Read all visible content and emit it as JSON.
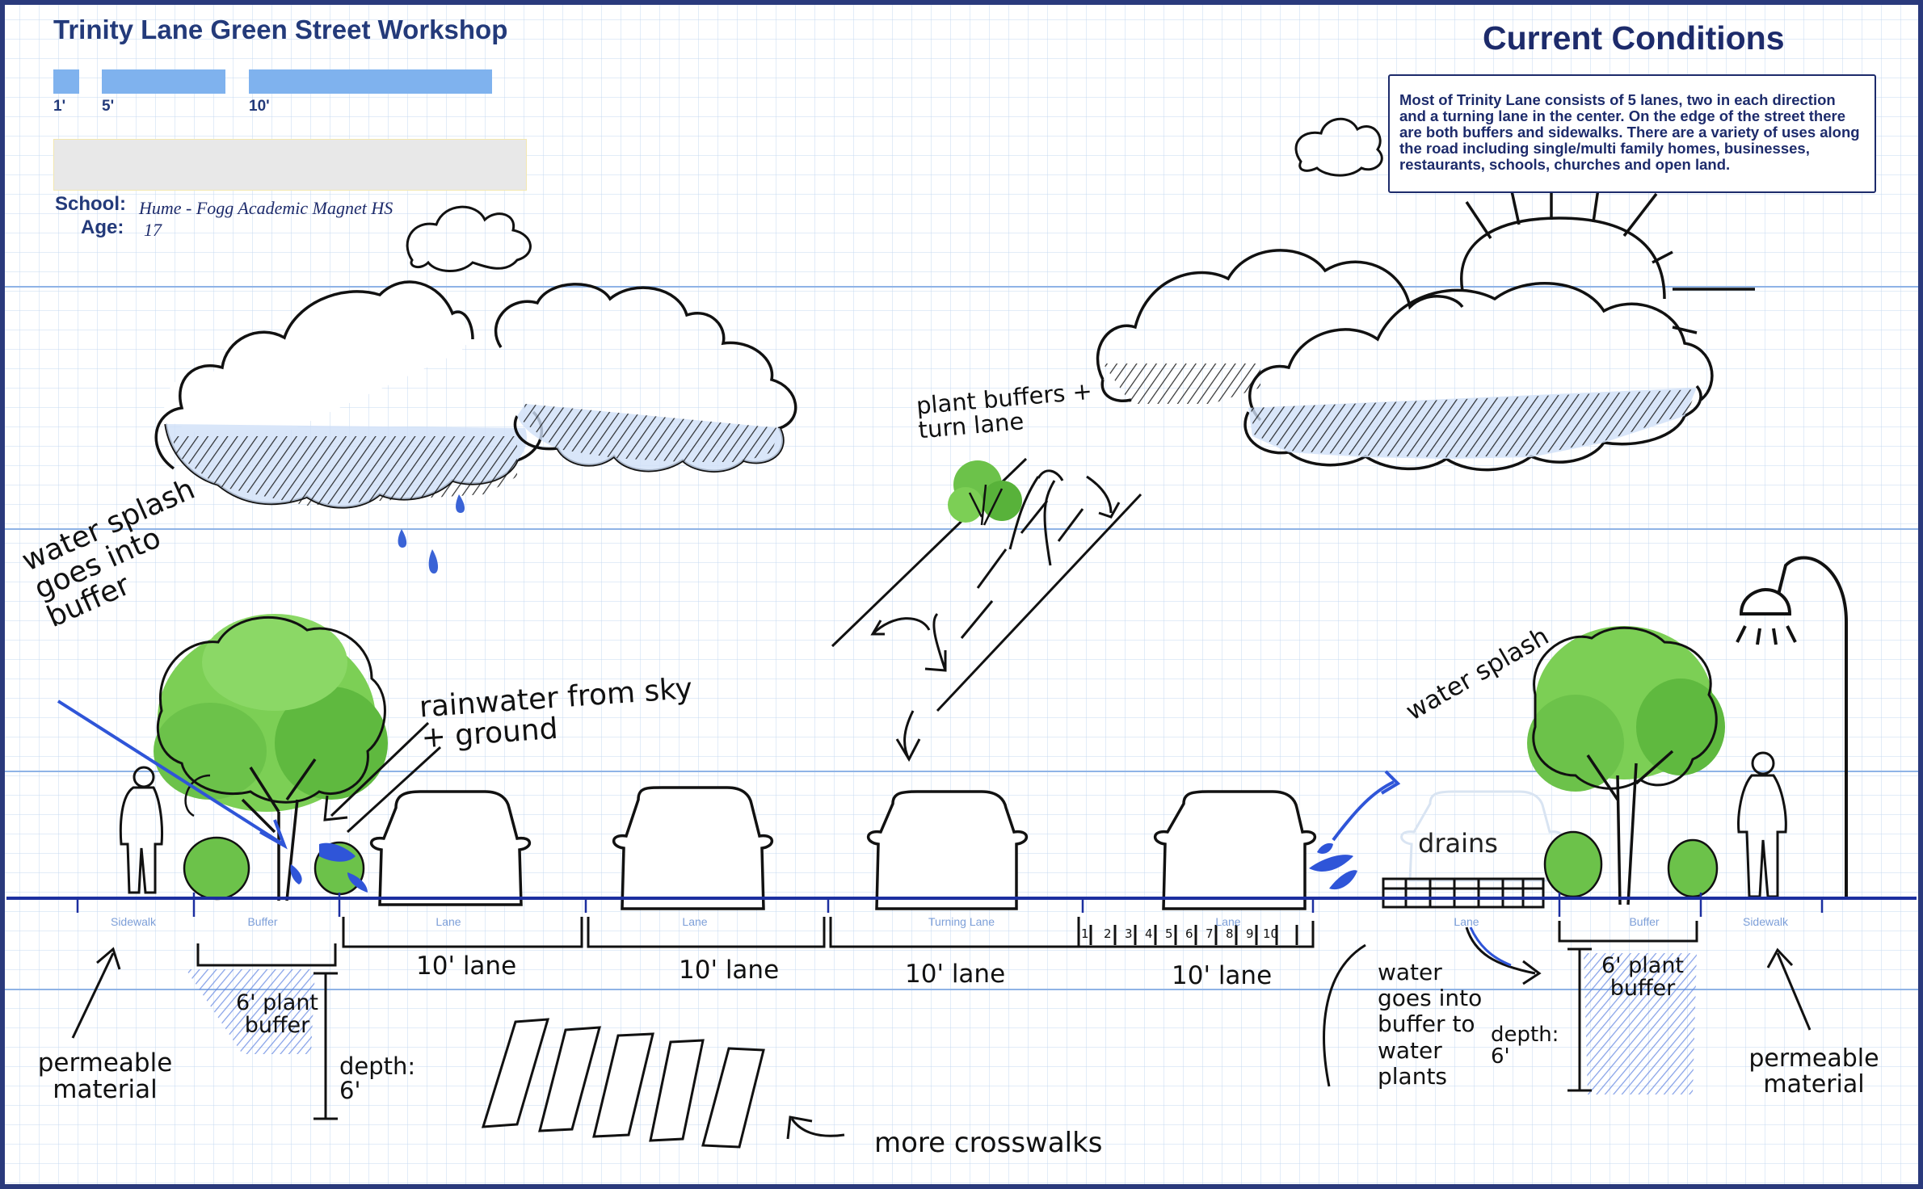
{
  "header": {
    "title": "Trinity Lane Green Street Workshop",
    "scale_labels": [
      "1'",
      "5'",
      "10'"
    ]
  },
  "form": {
    "school_label": "School:",
    "school_value": "Hume - Fogg Academic Magnet HS",
    "age_label": "Age:",
    "age_value": "17"
  },
  "conditions": {
    "title": "Current Conditions",
    "description": "Most of Trinity Lane consists of 5 lanes, two in each direction and a turning lane in the center. On the edge of the street there are both buffers and sidewalks. There are a variety of uses along the road including single/multi family homes, businesses, restaurants, schools, churches and open land."
  },
  "zones": [
    "Sidewalk",
    "Buffer",
    "Lane",
    "Lane",
    "Turning Lane",
    "Lane",
    "Lane",
    "Buffer",
    "Sidewalk"
  ],
  "annotations": {
    "water_splash_buffer": "water splash goes into buffer",
    "rainwater": "rainwater from sky + ground",
    "plant_buffers": "plant buffers + turn lane",
    "water_splash": "water splash",
    "drains": "drains",
    "lane_widths": [
      "10' lane",
      "10' lane",
      "10' lane",
      "10' lane"
    ],
    "permeable_left": "permeable material",
    "plant_buffer_left": "6' plant buffer",
    "depth_left": "depth: 6'",
    "more_crosswalks": "more crosswalks",
    "water_goes": "water goes into buffer to water plants",
    "depth_right": "depth: 6'",
    "plant_buffer_right": "6' plant buffer",
    "permeable_right": "permeable material",
    "tick_numbers": [
      "1",
      "2",
      "3",
      "4",
      "5",
      "6",
      "7",
      "8",
      "9",
      "10"
    ]
  },
  "colors": {
    "frame": "#2a3a7c",
    "title": "#233a7a",
    "grid_minor": "#bcd2ee",
    "grid_major": "#8fb3e6",
    "scale_bar": "#7fb2ee",
    "ground_line": "#1c2fa0",
    "water_blue": "#2f55d8",
    "tree_green": "#6cc24a"
  }
}
